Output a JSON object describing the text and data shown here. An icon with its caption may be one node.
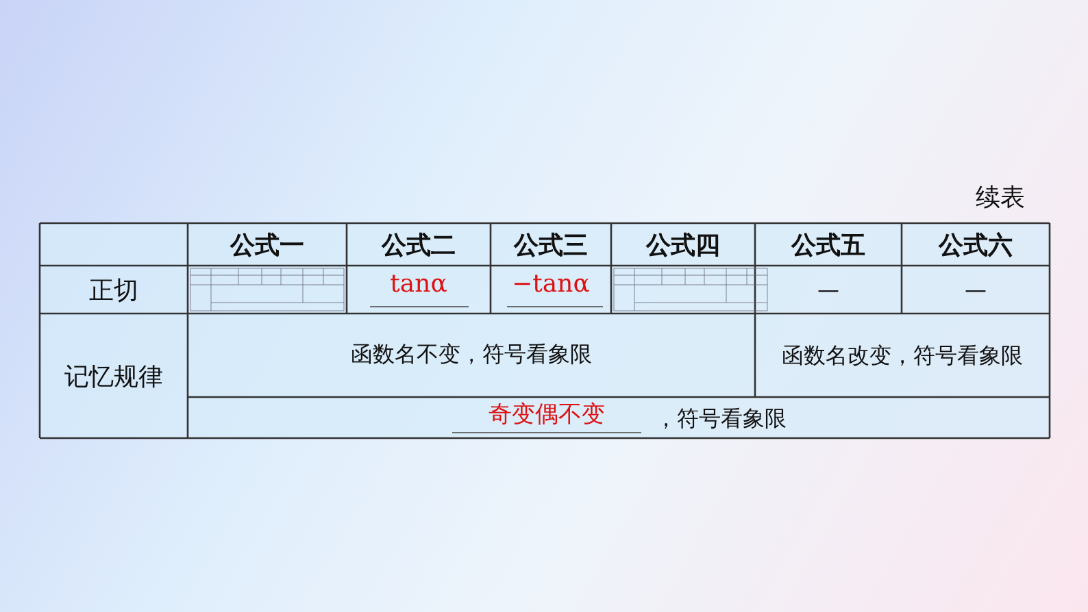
{
  "diagram": {
    "labels": [
      "续表",
      "公式一",
      "公式二",
      "公式三",
      "公式四",
      "公式五",
      "公式六",
      "正切",
      "tanα",
      "−tanα",
      "—",
      "—",
      "记忆规律",
      "函数名不变，符号看象限",
      "函数名改变，符号看象限",
      "奇变偶不变",
      "，符号看象限"
    ]
  }
}
